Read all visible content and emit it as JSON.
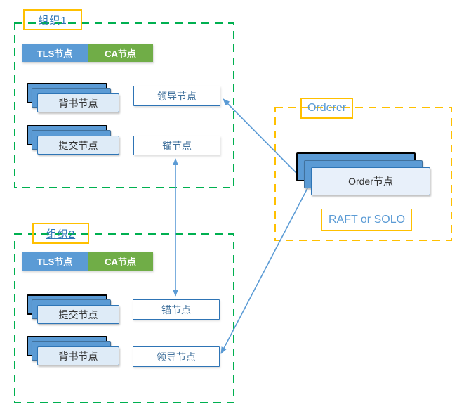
{
  "org1": {
    "label": "组织1",
    "tls_label": "TLS节点",
    "ca_label": "CA节点",
    "endorse_label": "背书节点",
    "commit_label": "提交节点",
    "leader_label": "领导节点",
    "anchor_label": "锚节点"
  },
  "org2": {
    "label": "组织2",
    "tls_label": "TLS节点",
    "ca_label": "CA节点",
    "commit_label": "提交节点",
    "endorse_label": "背书节点",
    "anchor_label": "锚节点",
    "leader_label": "领导节点"
  },
  "orderer": {
    "label": "Orderer",
    "node_label": "Order节点",
    "consensus_label": "RAFT or SOLO"
  },
  "colors": {
    "org_dashed_border": "#00B050",
    "orderer_dashed_border": "#FFC000",
    "accent_tag_border": "#FFC000",
    "node_fill": "#5B9BD5",
    "node_front_fill": "#DEEBF7",
    "ca_fill": "#70AD47",
    "outline_box_border": "#2E74B5",
    "org_label_text": "#2E75B6",
    "orderer_text": "#5B9BD5",
    "arrow": "#5B9BD5"
  }
}
